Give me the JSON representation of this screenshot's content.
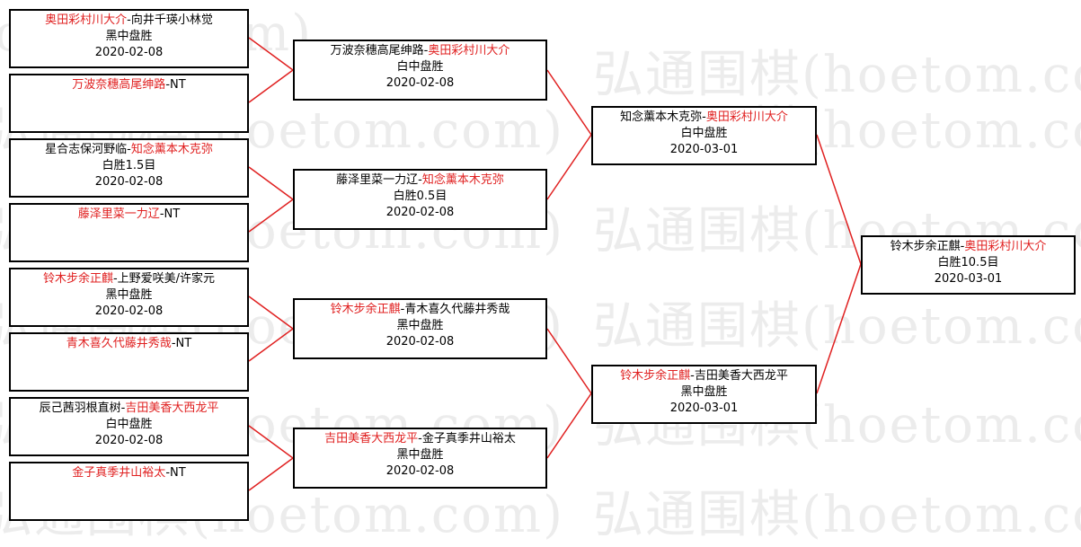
{
  "watermark": "弘通围棋(hoetom.com)",
  "colors": {
    "winner": "#e02020",
    "line": "#e02020",
    "text": "#000000",
    "watermark": "#ececec"
  },
  "round1": [
    {
      "a": "奥田彩村川大介",
      "sep": "-",
      "b": "向井千瑛小林觉",
      "result": "黑中盘胜",
      "date": "2020-02-08"
    },
    {
      "a": "万波奈穗高尾绅路",
      "sep": "-",
      "b": "NT",
      "result": "",
      "date": ""
    },
    {
      "a": "星合志保河野临",
      "sep": "-",
      "b": "知念薰本木克弥",
      "result": "白胜1.5目",
      "date": "2020-02-08"
    },
    {
      "a": "藤泽里菜一力辽",
      "sep": "-",
      "b": "NT",
      "result": "",
      "date": ""
    },
    {
      "a": "铃木步余正麒",
      "sep": "-",
      "b": "上野爱咲美/许家元",
      "result": "黑中盘胜",
      "date": "2020-02-08"
    },
    {
      "a": "青木喜久代藤井秀哉",
      "sep": "-",
      "b": "NT",
      "result": "",
      "date": ""
    },
    {
      "a": "辰己茜羽根直树",
      "sep": "-",
      "b": "吉田美香大西龙平",
      "result": "白中盘胜",
      "date": "2020-02-08"
    },
    {
      "a": "金子真季井山裕太",
      "sep": "-",
      "b": "NT",
      "result": "",
      "date": ""
    }
  ],
  "round2": [
    {
      "a": "万波奈穗高尾绅路",
      "sep": "-",
      "b": "奥田彩村川大介",
      "result": "白中盘胜",
      "date": "2020-02-08"
    },
    {
      "a": "藤泽里菜一力辽",
      "sep": "-",
      "b": "知念薰本木克弥",
      "result": "白胜0.5目",
      "date": "2020-02-08"
    },
    {
      "a": "铃木步余正麒",
      "sep": "-",
      "b": "青木喜久代藤井秀哉",
      "result": "黑中盘胜",
      "date": "2020-02-08"
    },
    {
      "a": "吉田美香大西龙平",
      "sep": "-",
      "b": "金子真季井山裕太",
      "result": "黑中盘胜",
      "date": "2020-02-08"
    }
  ],
  "round3": [
    {
      "a": "知念薰本木克弥",
      "sep": "-",
      "b": "奥田彩村川大介",
      "result": "白中盘胜",
      "date": "2020-03-01"
    },
    {
      "a": "铃木步余正麒",
      "sep": "-",
      "b": "吉田美香大西龙平",
      "result": "黑中盘胜",
      "date": "2020-03-01"
    }
  ],
  "final": [
    {
      "a": "铃木步余正麒",
      "sep": "-",
      "b": "奥田彩村川大介",
      "result": "白胜10.5目",
      "date": "2020-03-01"
    }
  ]
}
